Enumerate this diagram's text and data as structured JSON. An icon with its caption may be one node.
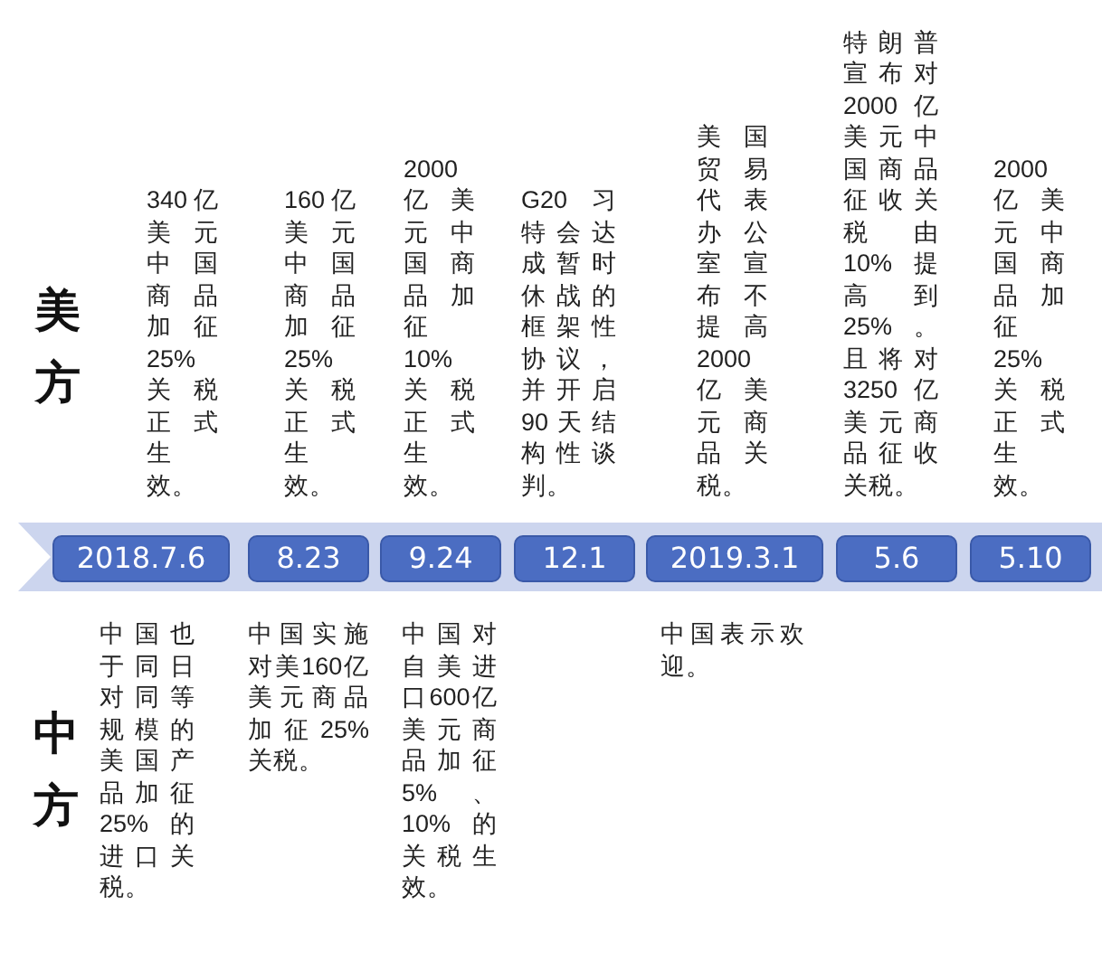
{
  "diagram": {
    "nodes": [
      {
        "text": [],
        "shape": "band"
      },
      {
        "text": [
          "2018.7.6"
        ],
        "in": 0,
        "beside": [
          "340亿美元中国商品加征25%关税正式生效。",
          "中国也于同日对同等规模的美国产品加征25%的进口关税。"
        ]
      },
      {
        "text": [
          "8.23"
        ],
        "in": 0,
        "beside": [
          "160亿美元中国商品加征25%关税正式生效。",
          "中国实施对美160亿美元商品加征25%关税。"
        ]
      },
      {
        "text": [
          "9.24"
        ],
        "in": 0,
        "beside": [
          "2000亿美元中国商品加征10%关税正式生效。",
          "中国对自美进口600亿美元商品加征5%、10%的关税生效。"
        ]
      },
      {
        "text": [
          "12.1"
        ],
        "in": 0,
        "beside": [
          "G20习特会达成暂时休战的框架性协议，并开启90天结构性谈判。"
        ]
      },
      {
        "text": [
          "2019.3.1"
        ],
        "in": 0,
        "beside": [
          "美国贸易代表办公室宣布不提高2000亿美元商品关税。",
          "中国表示欢迎。"
        ]
      },
      {
        "text": [
          "5.6"
        ],
        "in": 0,
        "beside": [
          "特朗普宣布对2000亿美元中国商品征收关税由10%提高到25%。且将对3250亿美元商品征收关税。"
        ]
      },
      {
        "text": [
          "5.10"
        ],
        "in": 0,
        "beside": [
          "2000亿美元中国商品加征25%关税正式生效。"
        ]
      }
    ],
    "labels": [
      "美方",
      "中方"
    ]
  }
}
